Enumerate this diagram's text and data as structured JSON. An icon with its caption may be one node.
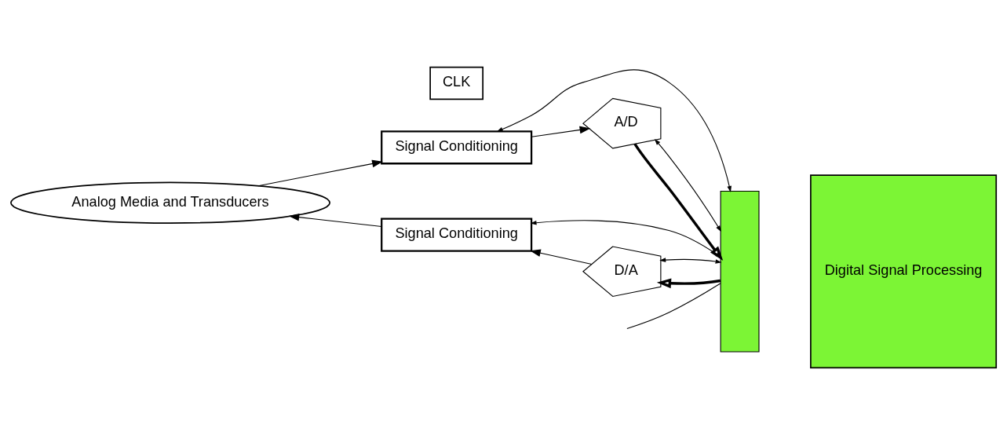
{
  "diagram": {
    "nodes": [
      {
        "text": [
          "Analog Media and Transducers"
        ]
      },
      {
        "text": [],
        "shape": "bar"
      },
      {
        "text": [
          "Signal Conditioning"
        ]
      },
      {
        "text": [
          "A/D"
        ]
      },
      {
        "text": [
          "CLK"
        ]
      },
      {
        "text": [
          "Signal Conditioning"
        ]
      },
      {
        "text": [
          "D/A"
        ]
      },
      {
        "text": [
          "Digital Signal Processing"
        ]
      }
    ],
    "edges": [
      {
        "from": 0,
        "to": 2,
        "arrow": "to"
      },
      {
        "from": 2,
        "to": 3,
        "arrow": "to"
      },
      {
        "from": 3,
        "to": 1,
        "arrow": "to",
        "style": "thick"
      },
      {
        "from": 1,
        "to": 6,
        "arrow": "to",
        "style": "thick"
      },
      {
        "from": 6,
        "to": 5,
        "arrow": "to"
      },
      {
        "from": 5,
        "to": 0,
        "arrow": "to"
      },
      {
        "from": 1,
        "to": 2,
        "arrow": "both"
      },
      {
        "from": 1,
        "to": 3,
        "arrow": "both"
      },
      {
        "from": 1,
        "to": 5,
        "arrow": "both"
      },
      {
        "from": 1,
        "to": 6,
        "arrow": "both"
      },
      {
        "from": null,
        "to": 1,
        "arrow": "none"
      }
    ]
  }
}
